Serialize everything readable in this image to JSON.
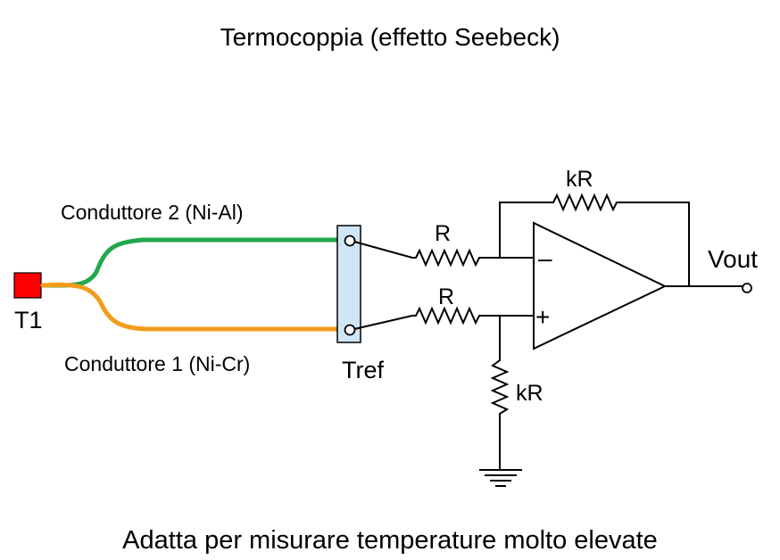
{
  "title": "Termocoppia (effetto Seebeck)",
  "caption": "Adatta per misurare temperature molto elevate",
  "labels": {
    "t1": "T1",
    "conductor2": "Conduttore 2 (Ni-Al)",
    "conductor1": "Conduttore 1 (Ni-Cr)",
    "tref": "Tref",
    "r_top": "R",
    "r_bottom": "R",
    "kr_feedback": "kR",
    "kr_ground": "kR",
    "vout": "Vout",
    "minus": "–",
    "plus": "+"
  },
  "colors": {
    "conductor2": "#21a84b",
    "conductor1": "#f39c1c",
    "t1_block": "#ff0000",
    "tref_block": "#cfe6f7",
    "wire": "#000000"
  }
}
